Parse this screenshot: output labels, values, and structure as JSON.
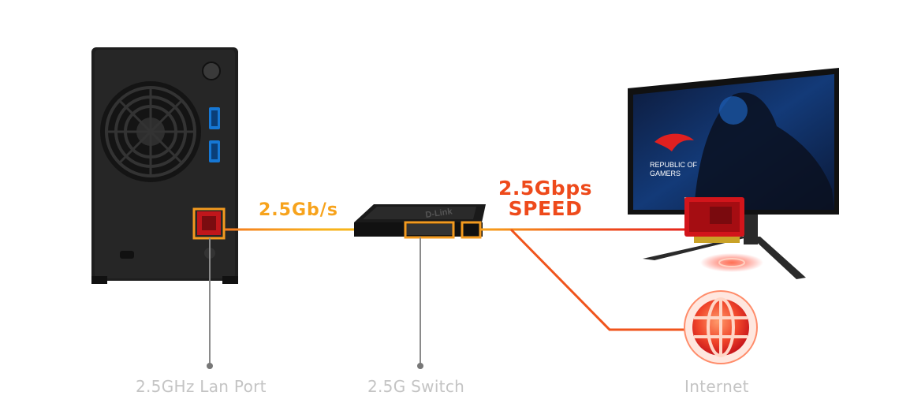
{
  "diagram": {
    "link_speed_label": "2.5Gb/s",
    "speed_callout_line1": "2.5Gbps",
    "speed_callout_line2": "SPEED",
    "nas_port_label": "2.5GHz Lan Port",
    "switch_label": "2.5G Switch",
    "internet_label": "Internet",
    "switch_brand": "D-Link",
    "monitor_logo_line1": "REPUBLIC OF",
    "monitor_logo_line2": "GAMERS"
  },
  "colors": {
    "link_yellow": "#f7b21c",
    "link_orange": "#f57a1f",
    "link_red": "#e8241b",
    "highlight_box": "#f39a1f",
    "label_grey": "#c4c4c4",
    "leader_grey": "#8a8a8a",
    "device_dark": "#1e1e1e"
  },
  "icons": [
    "nas-device-icon",
    "network-switch-icon",
    "gaming-monitor-icon",
    "network-card-icon",
    "globe-icon"
  ]
}
